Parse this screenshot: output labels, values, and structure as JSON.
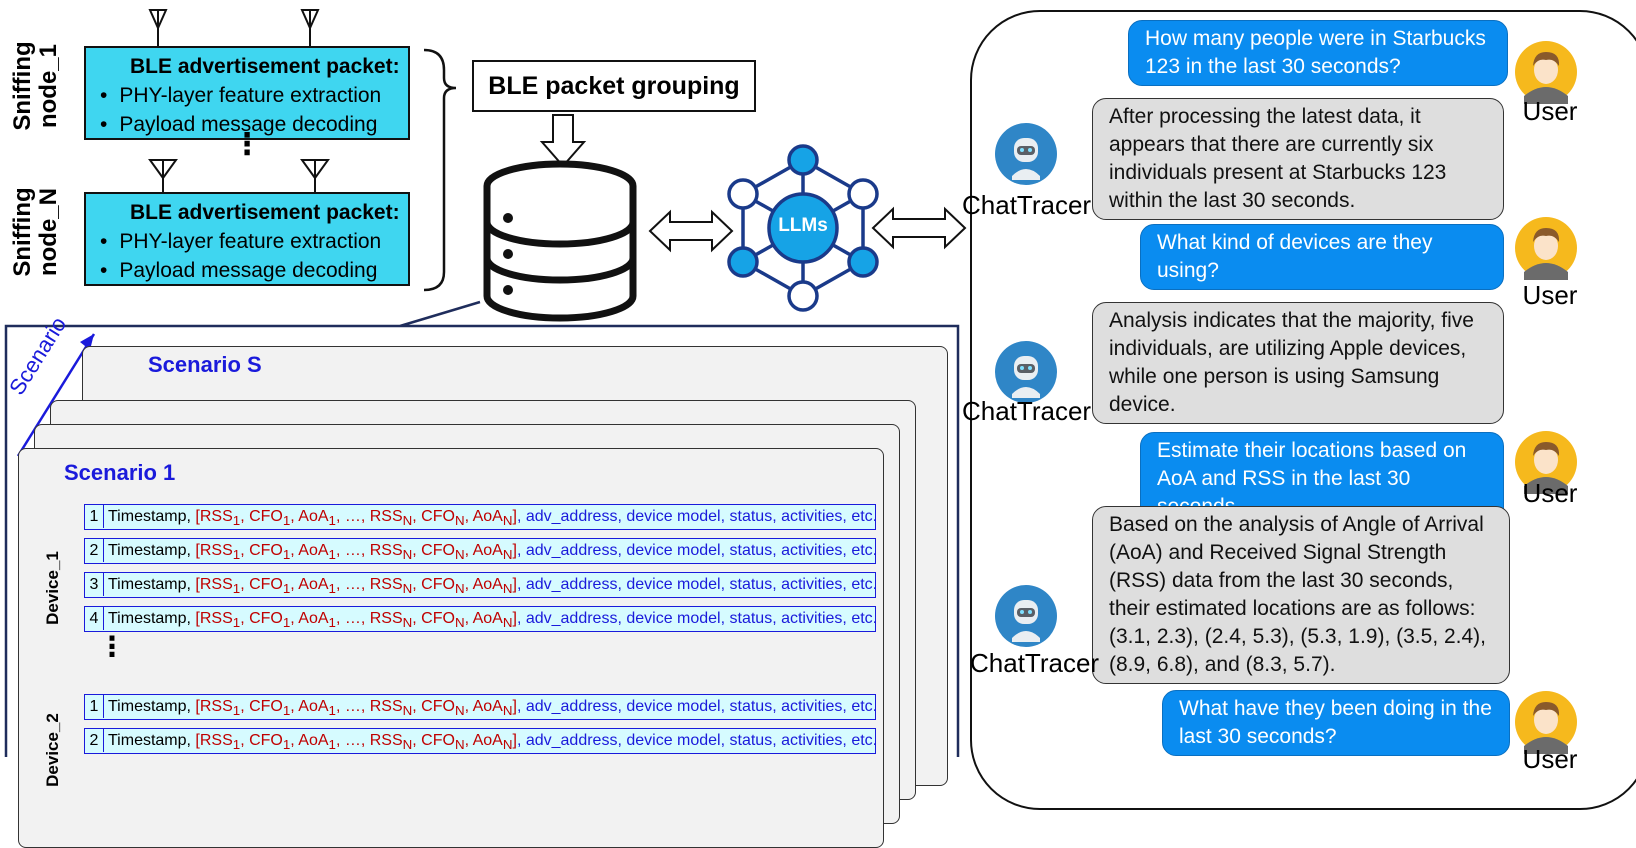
{
  "sniffing_nodes": [
    {
      "label_line1": "Sniffing",
      "label_line2": "node_1",
      "header": "BLE advertisement packet:",
      "items": [
        "PHY-layer feature extraction",
        "Payload message decoding"
      ]
    },
    {
      "label_line1": "Sniffing",
      "label_line2": "node_N",
      "header": "BLE advertisement packet:",
      "items": [
        "PHY-layer feature extraction",
        "Payload message decoding"
      ]
    }
  ],
  "grouping_label": "BLE packet grouping",
  "llm_label": "LLMs",
  "scenario_axis_label": "Scenario",
  "scenario_back_title": "Scenario S",
  "scenario_front_title": "Scenario 1",
  "devices": [
    {
      "label": "Device_1",
      "rows": [
        "1",
        "2",
        "3",
        "4"
      ]
    },
    {
      "label": "Device_2",
      "rows": [
        "1",
        "2"
      ]
    }
  ],
  "row_text": {
    "timestamp": "Timestamp, ",
    "features_html": "[RSS<sub>1</sub>, CFO<sub>1</sub>, AoA<sub>1</sub>, …, RSS<sub>N</sub>, CFO<sub>N</sub>, AoA<sub>N</sub>]",
    "meta": ", adv_address, device model, status, activities, etc."
  },
  "ellipsis": "⋮",
  "chat": {
    "user_name": "User",
    "bot_name": "ChatTracer",
    "messages": [
      {
        "role": "user",
        "text": "How many people were in Starbucks 123 in the last 30 seconds?"
      },
      {
        "role": "bot",
        "text": "After processing the latest data, it appears that there are currently six individuals present at Starbucks 123 within the last 30 seconds."
      },
      {
        "role": "user",
        "text": "What kind of devices are they using?"
      },
      {
        "role": "bot",
        "text": "Analysis indicates that the majority, five individuals, are utilizing Apple devices, while one person is using Samsung device."
      },
      {
        "role": "user",
        "text": "Estimate their locations based on AoA and RSS in the last 30 seconds."
      },
      {
        "role": "bot",
        "text": "Based on the analysis of Angle of Arrival (AoA) and Received Signal Strength (RSS) data from the last 30 seconds, their estimated locations are as follows: (3.1, 2.3), (2.4, 5.3), (5.3, 1.9), (3.5, 2.4), (8.9, 6.8), and (8.3, 5.7)."
      },
      {
        "role": "user",
        "text": "What have they been doing in the last 30 seconds?"
      }
    ]
  },
  "colors": {
    "node_fill": "#3fd6f0",
    "user_bubble": "#0a8cf0",
    "bot_bubble": "#dedede",
    "scenario_blue": "#1a1adb",
    "feature_red": "#c00000",
    "row_fill": "#d6fbff",
    "llm_node": "#16a3e6"
  }
}
